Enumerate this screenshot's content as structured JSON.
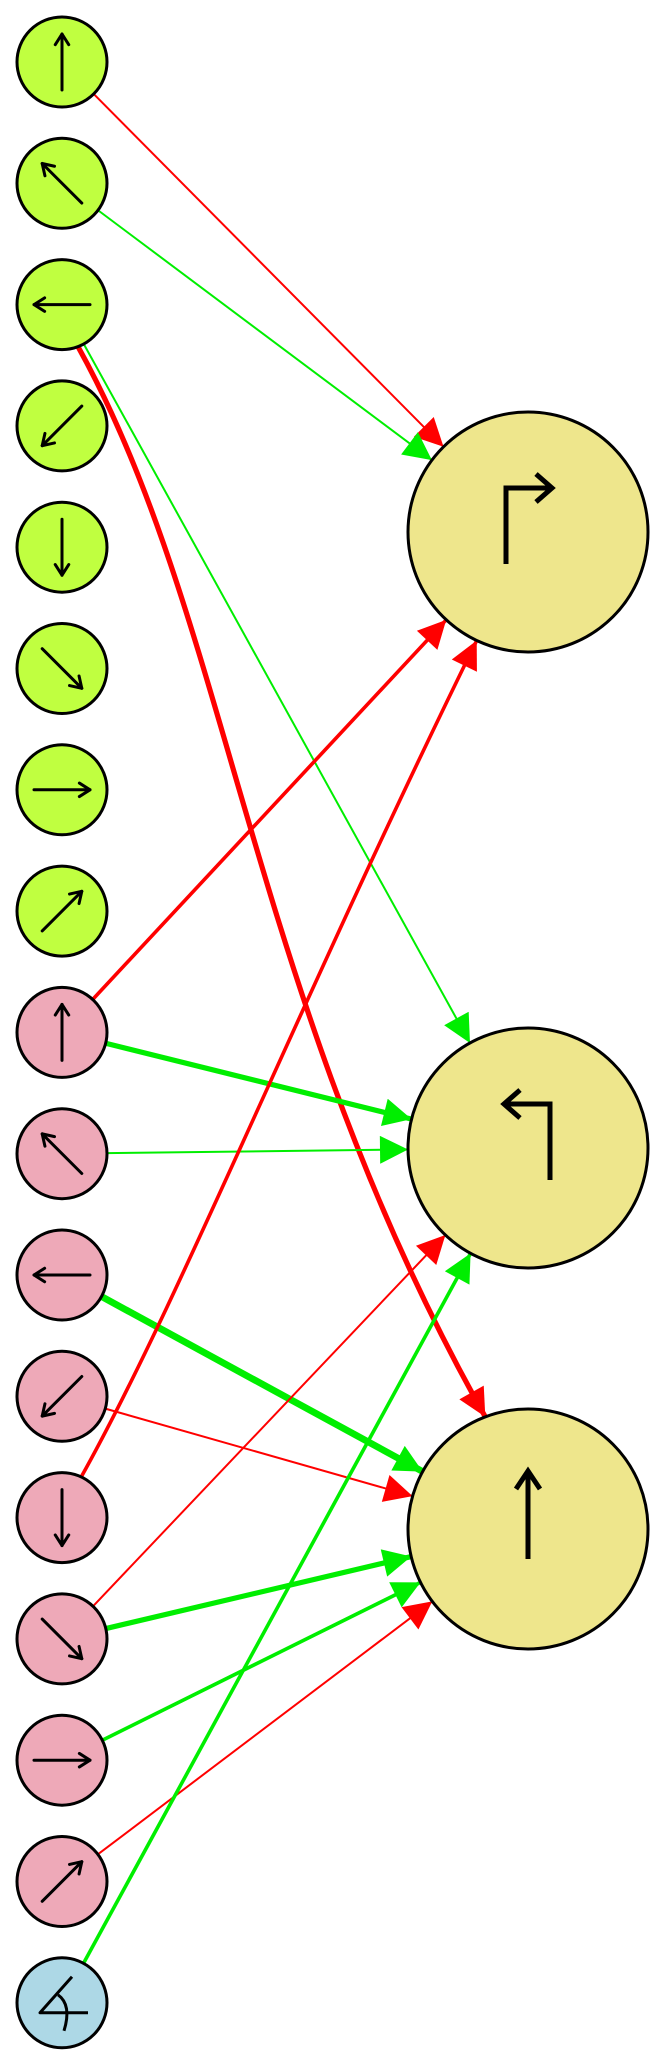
{
  "colors": {
    "input_node_fill": "#c0ff40",
    "hidden_node_fill": "#eea9b8",
    "bias_node_fill": "#add8e6",
    "output_node_fill": "#eee68c",
    "node_stroke": "#000000",
    "glyph": "#000000",
    "positive_edge": "#00ee00",
    "negative_edge": "#ff0000"
  },
  "legend": {
    "positive_meaning": "",
    "negative_meaning": ""
  },
  "nodes": {
    "inputs_a": [
      {
        "id": "a0",
        "icon": "arrow-up-icon"
      },
      {
        "id": "a1",
        "icon": "arrow-up-left-icon"
      },
      {
        "id": "a2",
        "icon": "arrow-left-icon"
      },
      {
        "id": "a3",
        "icon": "arrow-down-left-icon"
      },
      {
        "id": "a4",
        "icon": "arrow-down-icon"
      },
      {
        "id": "a5",
        "icon": "arrow-down-right-icon"
      },
      {
        "id": "a6",
        "icon": "arrow-right-icon"
      },
      {
        "id": "a7",
        "icon": "arrow-up-right-icon"
      }
    ],
    "inputs_b": [
      {
        "id": "b0",
        "icon": "arrow-up-icon"
      },
      {
        "id": "b1",
        "icon": "arrow-up-left-icon"
      },
      {
        "id": "b2",
        "icon": "arrow-left-icon"
      },
      {
        "id": "b3",
        "icon": "arrow-down-left-icon"
      },
      {
        "id": "b4",
        "icon": "arrow-down-icon"
      },
      {
        "id": "b5",
        "icon": "arrow-down-right-icon"
      },
      {
        "id": "b6",
        "icon": "arrow-right-icon"
      },
      {
        "id": "b7",
        "icon": "arrow-up-right-icon"
      }
    ],
    "bias": {
      "id": "bias",
      "icon": "angle-icon"
    },
    "outputs": [
      {
        "id": "out_right",
        "icon": "turn-right-icon"
      },
      {
        "id": "out_left",
        "icon": "turn-left-icon"
      },
      {
        "id": "out_straight",
        "icon": "go-straight-icon"
      }
    ]
  },
  "edges": [
    {
      "from": "a0",
      "to": "out_right",
      "sign": "negative",
      "weight": 1
    },
    {
      "from": "a1",
      "to": "out_right",
      "sign": "positive",
      "weight": 1
    },
    {
      "from": "a2",
      "to": "out_left",
      "sign": "positive",
      "weight": 1
    },
    {
      "from": "a2",
      "to": "out_straight",
      "sign": "negative",
      "weight": 3
    },
    {
      "from": "b0",
      "to": "out_right",
      "sign": "negative",
      "weight": 2
    },
    {
      "from": "b0",
      "to": "out_left",
      "sign": "positive",
      "weight": 3
    },
    {
      "from": "b1",
      "to": "out_left",
      "sign": "positive",
      "weight": 1
    },
    {
      "from": "b2",
      "to": "out_straight",
      "sign": "positive",
      "weight": 4
    },
    {
      "from": "b3",
      "to": "out_straight",
      "sign": "negative",
      "weight": 1
    },
    {
      "from": "b4",
      "to": "out_right",
      "sign": "negative",
      "weight": 2
    },
    {
      "from": "b5",
      "to": "out_left",
      "sign": "negative",
      "weight": 1
    },
    {
      "from": "b5",
      "to": "out_straight",
      "sign": "positive",
      "weight": 3
    },
    {
      "from": "b6",
      "to": "out_straight",
      "sign": "positive",
      "weight": 2
    },
    {
      "from": "b7",
      "to": "out_straight",
      "sign": "negative",
      "weight": 1
    },
    {
      "from": "bias",
      "to": "out_left",
      "sign": "positive",
      "weight": 2
    }
  ]
}
